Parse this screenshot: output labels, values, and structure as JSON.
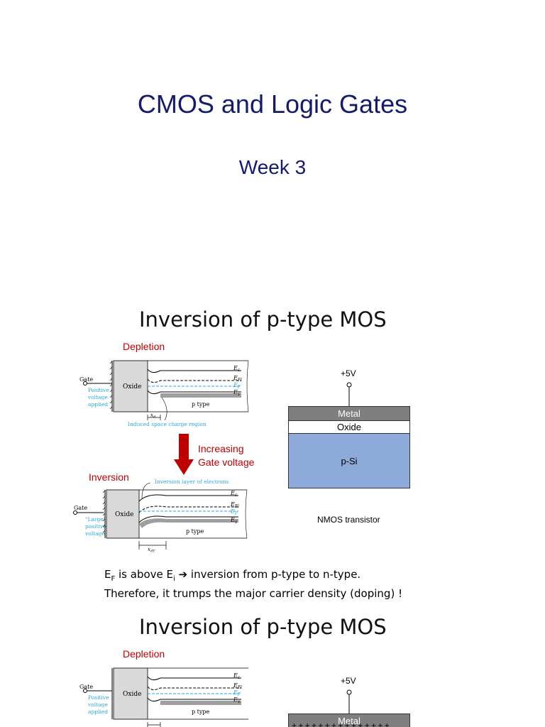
{
  "cover": {
    "title": "CMOS and Logic Gates",
    "subtitle": "Week 3"
  },
  "slides": [
    {
      "title": "Inversion of p-type MOS",
      "labels": {
        "depletion": "Depletion",
        "increasing_line1": "Increasing",
        "increasing_line2": "Gate voltage",
        "inversion": "Inversion"
      },
      "diagram_depletion": {
        "gate": "Gate",
        "applied_1": "Positive",
        "applied_2": "voltage",
        "applied_3": "applied",
        "oxide": "Oxide",
        "region": "p type",
        "ec": "E",
        "ec_sub": "c",
        "efi": "E",
        "efi_sub": "Fi",
        "ef": "E",
        "ef_sub": "F",
        "ev": "E",
        "ev_sub": "v",
        "width_label": "x",
        "width_sub": "d",
        "caption": "Induced space charge region"
      },
      "diagram_inversion": {
        "gate": "Gate",
        "applied_1": "\"Large\"",
        "applied_2": "positive",
        "applied_3": "voltage",
        "oxide": "Oxide",
        "region": "p type",
        "top_caption": "Inversion layer of electrons",
        "ec": "E",
        "ec_sub": "c",
        "efi": "E",
        "efi_sub": "Fi",
        "ef": "E",
        "ef_sub": "F",
        "ev": "E",
        "ev_sub": "v",
        "width_label": "x",
        "width_sub": "dT"
      },
      "device": {
        "voltage": "+5V",
        "metal": "Metal",
        "oxide": "Oxide",
        "substrate": "p-Si",
        "caption": "NMOS transistor"
      },
      "note_line1": "E_F is above E_i ➔ inversion from p-type to n-type.",
      "note_line2": "Therefore, it trumps the major carrier density (doping) !"
    },
    {
      "title": "Inversion of p-type MOS",
      "labels": {
        "depletion": "Depletion"
      },
      "device": {
        "voltage": "+5V",
        "metal": "Metal",
        "charges": "+ + + + + + + + + + + + + + +"
      }
    }
  ],
  "colors": {
    "title_blue": "#141b6e",
    "label_red": "#c00000",
    "metal_gray": "#7f7f7f",
    "psi_blue": "#8eaadb",
    "diagram_blue": "#2aa7e0"
  }
}
